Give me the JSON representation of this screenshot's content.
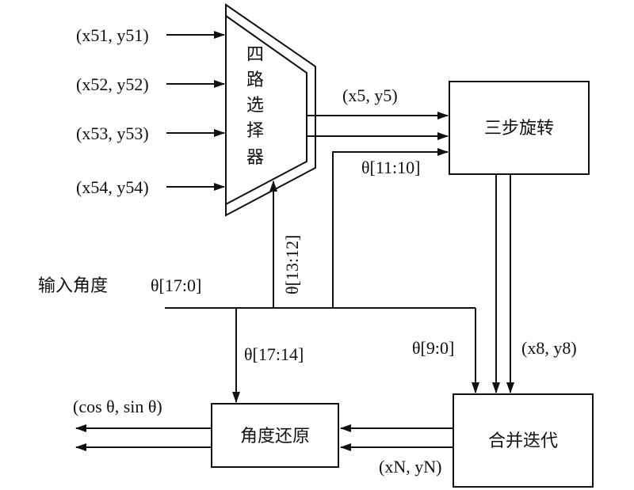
{
  "inputs": [
    "(x51, y51)",
    "(x52, y52)",
    "(x53, y53)",
    "(x54, y54)"
  ],
  "blocks": {
    "mux": [
      "四",
      "路",
      "选",
      "择",
      "器"
    ],
    "rotate": "三步旋转",
    "merge": "合并迭代",
    "restore": "角度还原"
  },
  "labels": {
    "x5y5": "(x5, y5)",
    "theta_11_10": "θ[11:10]",
    "theta_13_12": "θ[13:12]",
    "input_angle": "输入角度",
    "theta_17_0": "θ[17:0]",
    "theta_17_14": "θ[17:14]",
    "theta_9_0": "θ[9:0]",
    "x8y8": "(x8, y8)",
    "output": "(cos θ, sin θ)",
    "xNyN": "(xN, yN)"
  }
}
